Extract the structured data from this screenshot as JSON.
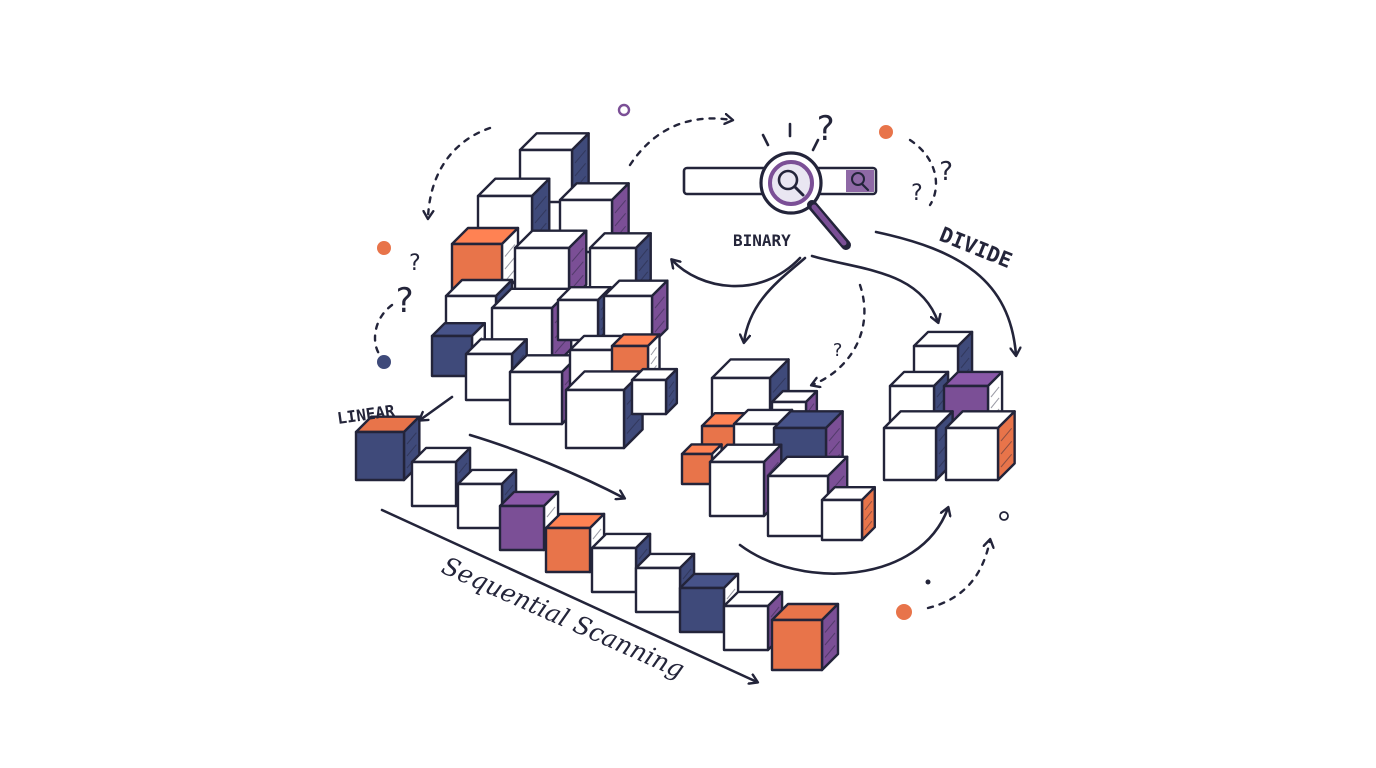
{
  "labels": {
    "binary": "BINARY",
    "divide": "DIVIDE",
    "linear": "LINEAR",
    "sequential": "Sequential Scanning"
  },
  "colors": {
    "navy": "#3f4a7a",
    "purple": "#7b4f96",
    "orange": "#e8744a",
    "white": "#ffffff",
    "ink": "#23243a"
  },
  "icons": [
    "magnifier-icon",
    "search-bar-icon",
    "question-mark-icon",
    "arrow-icon",
    "dot-icon"
  ]
}
